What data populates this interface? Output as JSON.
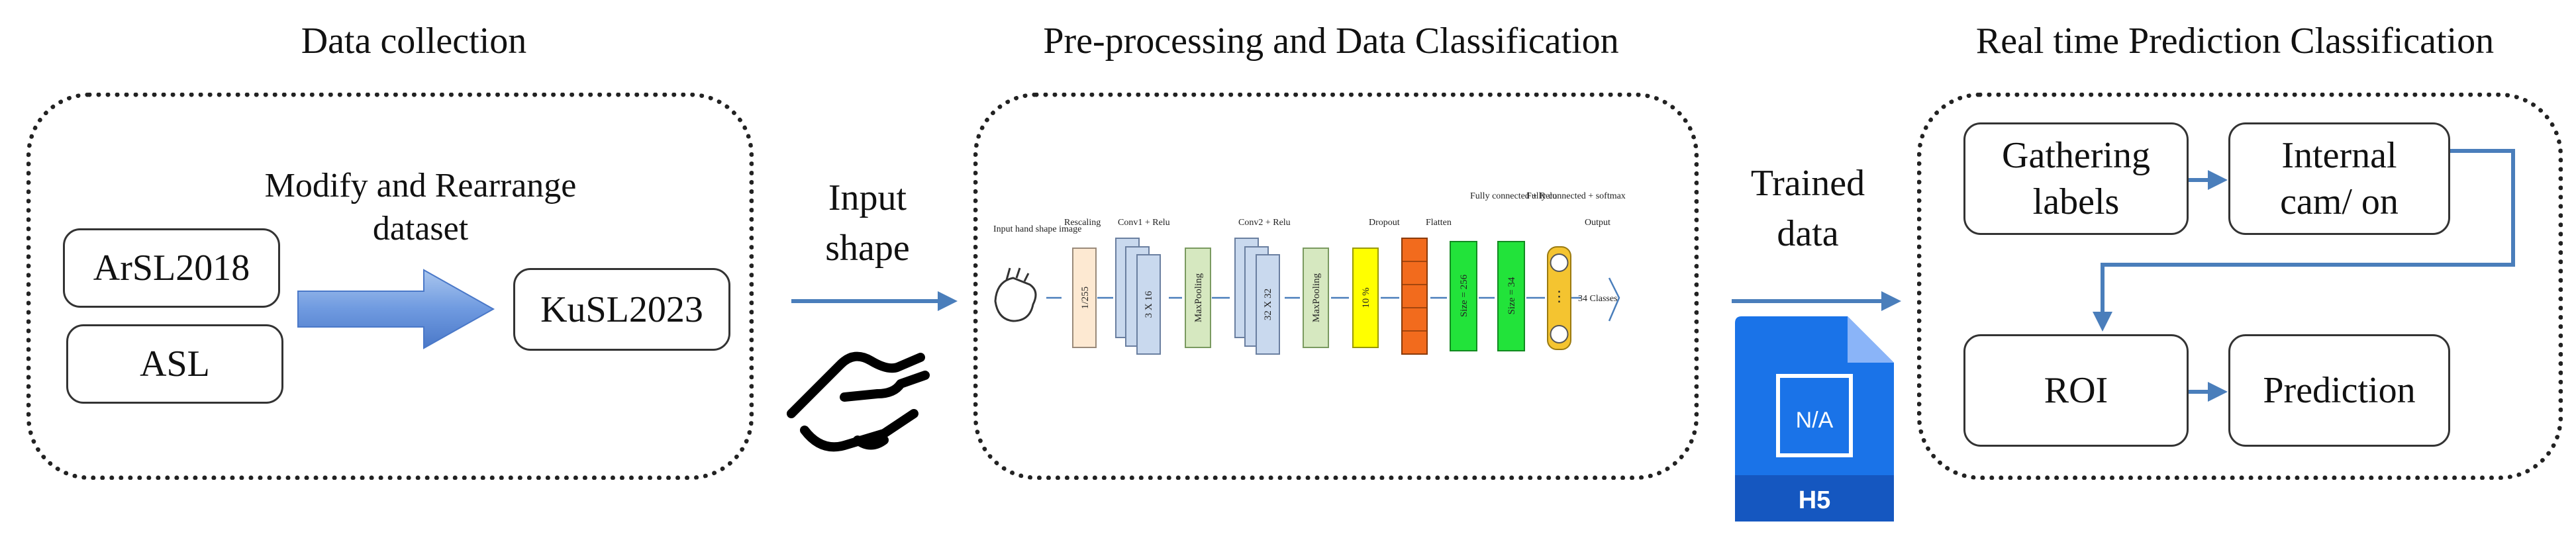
{
  "sections": [
    {
      "title": "Data collection"
    },
    {
      "title": "Pre-processing and Data Classification"
    },
    {
      "title": "Real time Prediction Classification"
    }
  ],
  "data_collection": {
    "modify_label": "Modify and Rearrange\ndataset",
    "source_1": "ArSL2018",
    "source_2": "ASL",
    "output": "KuSL2023"
  },
  "input_shape_label": "Input\nshape",
  "trained_data_label": "Trained\ndata",
  "h5_icon": {
    "top_text": "N/A",
    "bottom_text": "H5",
    "color": "#1a73e8"
  },
  "cnn": {
    "input_label": "Input hand shape image",
    "stage_labels": [
      "Rescaling",
      "Conv1 + Relu",
      "Conv2 + Relu",
      "Dropout",
      "Flatten",
      "Fully connected + Relu",
      "Fully connected + softmax",
      "Output"
    ],
    "block_labels": [
      "1/255",
      "3 X 16",
      "MaxPooling",
      "32 X 32",
      "MaxPooling",
      "10 %",
      "Size = 256",
      "Size = 34"
    ],
    "classes_label": "34 Classes",
    "colors": {
      "rescale": "#fde9d2",
      "conv": "#c9d9ee",
      "pool": "#d6e8c0",
      "dropout": "#ffff00",
      "flatten": "#f26b1d",
      "dense": "#22e33a",
      "output": "#f4c430"
    }
  },
  "prediction": {
    "gathering": "Gathering\nlabels",
    "internal_cam": "Internal\ncam/ on",
    "roi": "ROI",
    "prediction": "Prediction"
  },
  "colors": {
    "arrow": "#4a7ebb",
    "panel_border": "#222222"
  }
}
